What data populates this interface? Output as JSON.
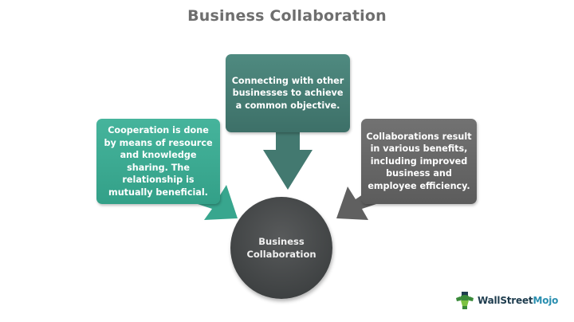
{
  "title": "Business Collaboration",
  "boxes": {
    "top": {
      "text": "Connecting with other businesses to achieve a common objective.",
      "color": "#467d74"
    },
    "left": {
      "text": "Cooperation is done by means of resource and knowledge sharing. The relationship is mutually beneficial.",
      "color": "#3daa92"
    },
    "right": {
      "text": "Collaborations result in various benefits, including improved business and employee efficiency.",
      "color": "#666666"
    }
  },
  "center": {
    "line1": "Business",
    "line2": "Collaboration",
    "color": "#434647"
  },
  "logo": {
    "brand_prefix": "WallStreet",
    "brand_suffix": "Mojo",
    "icon": "bodybuilder-mascot-icon"
  }
}
